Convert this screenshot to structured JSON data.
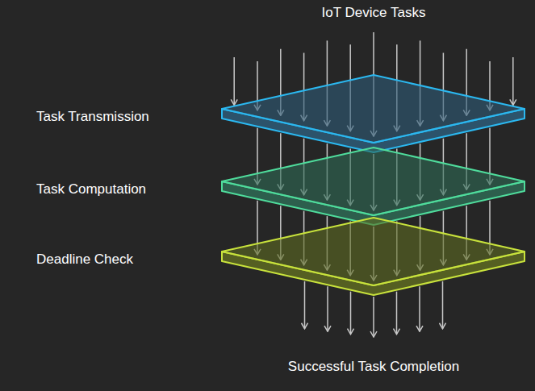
{
  "diagram": {
    "title": "IoT Device Tasks",
    "caption": "Successful Task Completion",
    "nodes": [
      {
        "text": [
          "Task Transmission"
        ]
      },
      {
        "text": [
          "Task Computation"
        ]
      },
      {
        "text": [
          "Deadline Check"
        ]
      }
    ],
    "edges": [
      {
        "from": 0,
        "to": 1,
        "arrow": "to"
      },
      {
        "from": 1,
        "to": 2,
        "arrow": "to"
      }
    ]
  }
}
